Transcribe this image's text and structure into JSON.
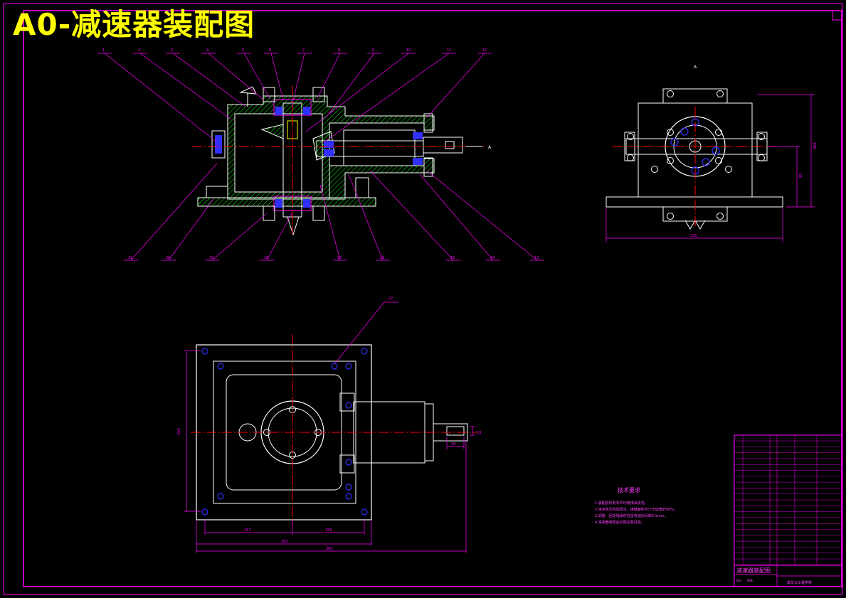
{
  "drawing": {
    "title": "A0-减速器装配图",
    "view_label_a": "A",
    "section_arrow_label": "A"
  },
  "balloons": [
    "1",
    "2",
    "3",
    "4",
    "5",
    "6",
    "7",
    "8",
    "9",
    "10",
    "11",
    "12",
    "13",
    "14",
    "15",
    "16",
    "17",
    "18",
    "19",
    "20",
    "21"
  ],
  "plan_balloon": "22",
  "dimensions": {
    "side_height_1": "300",
    "side_height_2": "85",
    "side_width": "370",
    "plan_height": "250",
    "plan_w1": "157",
    "plan_w2": "153",
    "plan_w3": "300",
    "plan_total": "380",
    "shaft_len": "30",
    "shaft_dia": "18"
  },
  "tech_requirements": {
    "heading": "技术要求",
    "items": [
      "1.装配前所有零件均用煤油清洗。",
      "2.用涂色法检验斑点，接触面积不少于齿宽的50%。",
      "3.调整、固定轴承时应留有轴向间隙0.1mm。",
      "4.减速器装配后应做空载试验。"
    ]
  },
  "title_block": {
    "drawing_name": "减速器装配图",
    "school": "黑龙江工程学院",
    "designer_label": "设计",
    "checker_label": "审核"
  },
  "colors": {
    "line": "#ffffff",
    "magenta": "#ff00ff",
    "green": "#00ff00",
    "red": "#ff0000",
    "blue": "#3030ff",
    "cyan": "#00ffff",
    "yellow": "#ffff00"
  }
}
